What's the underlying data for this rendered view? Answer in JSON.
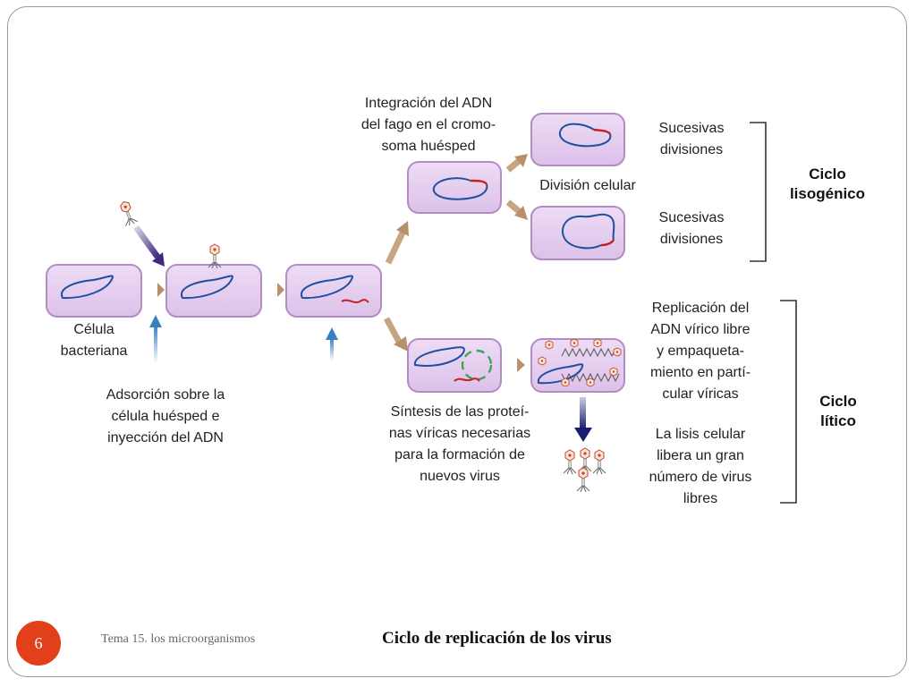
{
  "slide": {
    "number": "6"
  },
  "footer": {
    "left_text": "Tema 15. los microorganismos",
    "title": "Ciclo de replicación de los virus"
  },
  "labels": {
    "cell": [
      "Célula",
      "bacteriana"
    ],
    "adsorption": [
      "Adsorción sobre la",
      "célula huésped e",
      "inyección del ADN"
    ],
    "integration": [
      "Integración del ADN",
      "del fago en el cromo-",
      "soma huésped"
    ],
    "division": "División celular",
    "successive_top": [
      "Sucesivas",
      "divisiones"
    ],
    "successive_bottom": [
      "Sucesivas",
      "divisiones"
    ],
    "lysogenic_cycle": [
      "Ciclo",
      "lisogénico"
    ],
    "synthesis": [
      "Síntesis de las proteí-",
      "nas víricas necesarias",
      "para la formación de",
      "nuevos virus"
    ],
    "replication": [
      "Replicación del",
      "ADN vírico libre",
      "y empaqueta-",
      "miento en partí-",
      "cular víricas"
    ],
    "lysis": [
      "La lisis celular",
      "libera un gran",
      "número de virus",
      "libres"
    ],
    "lytic_cycle": [
      "Ciclo",
      "lítico"
    ]
  },
  "colors": {
    "cell_fill": "#e6cef0",
    "cell_stroke": "#b48cc4",
    "host_dna": "#1f4fa0",
    "viral_dna": "#c81e1e",
    "viral_protein": "#3fa35a",
    "arrow_tan": "#c8a582",
    "arrow_blue": "#3a7fc4",
    "arrow_navy": "#1a1e6e",
    "badge": "#e1401a"
  }
}
